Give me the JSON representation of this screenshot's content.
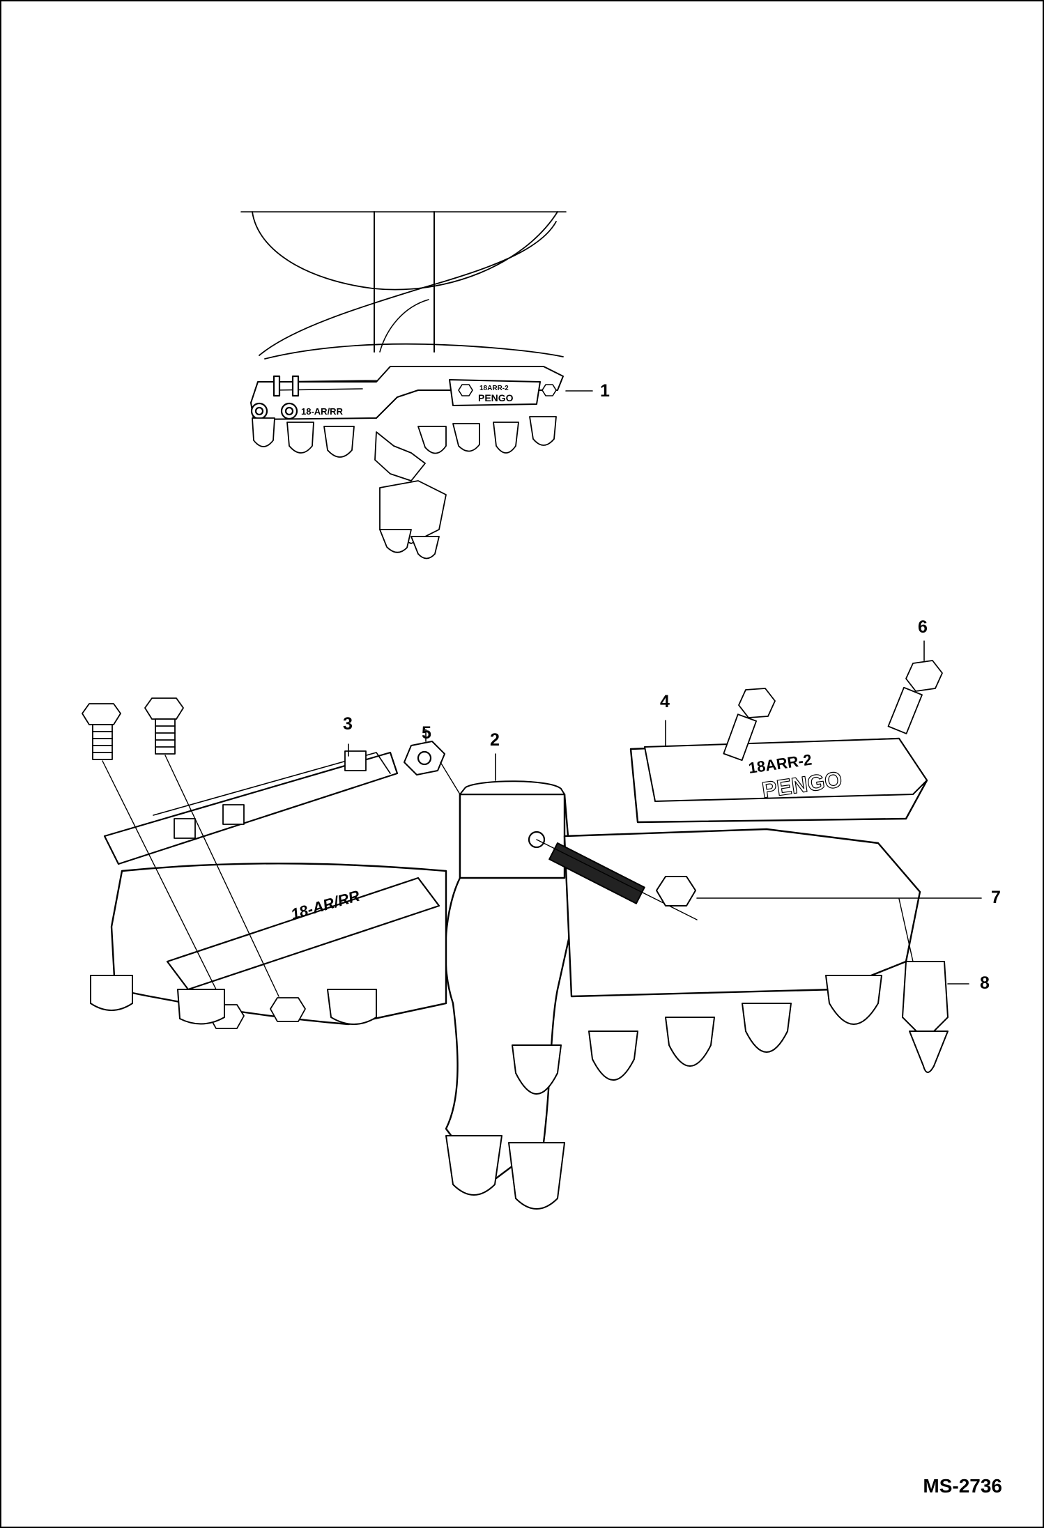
{
  "figure": {
    "id": "MS-2736",
    "callouts": [
      "1",
      "2",
      "3",
      "4",
      "5",
      "6",
      "7",
      "8"
    ],
    "stamped_text": {
      "upper_blade_tag": "18ARR-2",
      "upper_blade_brand": "PENGO",
      "upper_plate_tag": "18-AR/RR",
      "lower_blade_tag": "18ARR-2",
      "lower_blade_brand": "PENGO",
      "lower_plate_tag": "18-AR/RR"
    }
  }
}
